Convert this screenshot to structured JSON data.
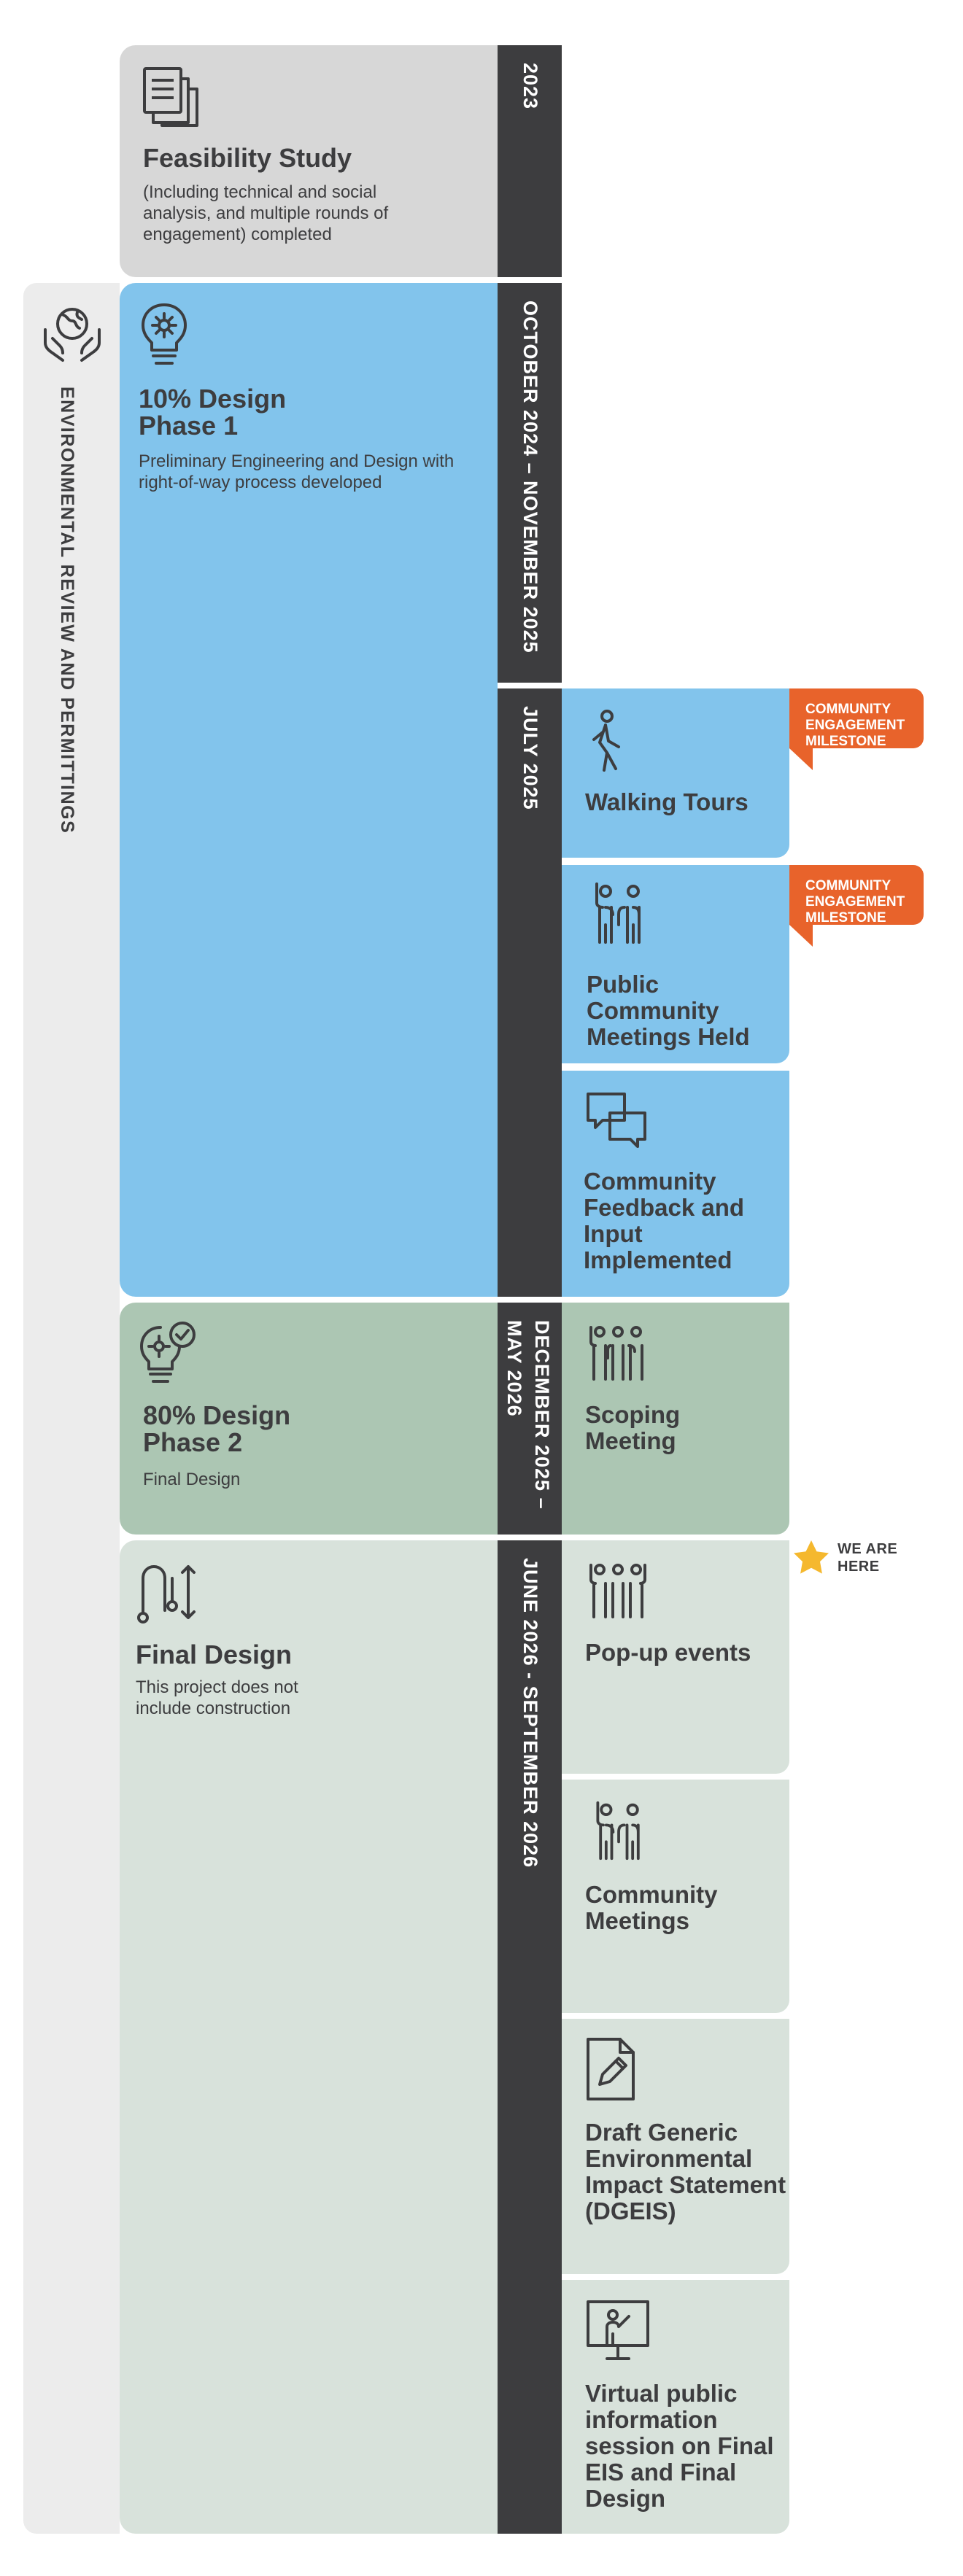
{
  "sidebar": {
    "label": "ENVIRONMENTAL REVIEW AND PERMITTINGS",
    "icon": "globe-hands-icon"
  },
  "phases": {
    "feasibility": {
      "date": "2023",
      "title": "Feasibility Study",
      "desc": "(Including technical and social analysis, and multiple rounds of engagement) completed",
      "icon": "documents-icon"
    },
    "design10": {
      "date": "OCTOBER 2024 – NOVEMBER 2025",
      "title_line1": "10% Design",
      "title_line2": "Phase 1",
      "desc": "Preliminary Engineering and Design with right-of-way process developed",
      "icon": "lightbulb-gear-icon"
    },
    "design80": {
      "date_line1": "DECEMBER 2025 –",
      "date_line2": "MAY 2026",
      "title_line1": "80% Design",
      "title_line2": "Phase 2",
      "desc": "Final Design",
      "icon": "lightbulb-gear-check-icon"
    },
    "final": {
      "date": "JUNE 2026 - SEPTEMBER 2026",
      "title": "Final Design",
      "desc": "This project does not include construction",
      "icon": "route-icon"
    }
  },
  "july_date": "JULY 2025",
  "activities": {
    "walking": "Walking Tours",
    "public_meetings": "Public Community Meetings Held",
    "feedback": "Community Feedback and Input Implemented",
    "scoping": "Scoping Meeting",
    "popup": "Pop-up events",
    "community_meetings": "Community Meetings",
    "dgeis": "Draft Generic Environmental Impact Statement (DGEIS)",
    "virtual": "Virtual public information session on Final EIS and Final Design"
  },
  "milestone_flag": {
    "line1": "COMMUNITY",
    "line2": "ENGAGEMENT",
    "line3": "MILESTONE"
  },
  "we_are_here": {
    "line1": "WE ARE",
    "line2": "HERE",
    "icon": "star-icon"
  },
  "colors": {
    "dark": "#3d3d3f",
    "blue": "#82c4ec",
    "green": "#acc6b3",
    "light_green": "#d8e2db",
    "grey": "#d7d7d7",
    "orange": "#e8632b",
    "star": "#f5b82e"
  }
}
